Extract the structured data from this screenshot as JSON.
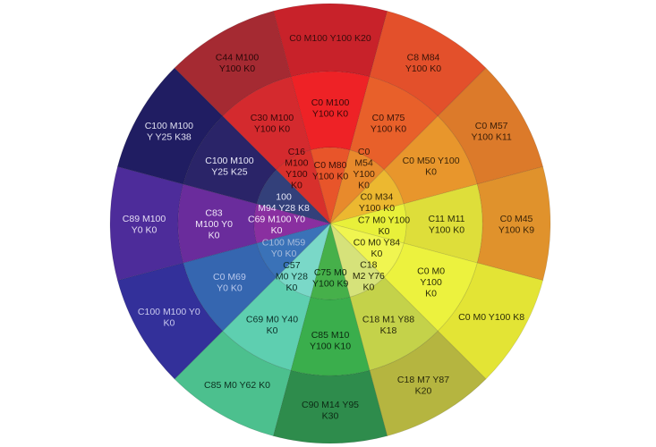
{
  "title": "CMYK color wheel",
  "rings": {
    "outer": [
      {
        "label": "C0 M100 Y100 K20",
        "color": "#c8222a",
        "text": "#3a0c0c"
      },
      {
        "label": "C8 M84\nY100 K0",
        "color": "#e3502b",
        "text": "#3a1408"
      },
      {
        "label": "C0 M57\nY100 K11",
        "color": "#dc7a2a",
        "text": "#3a1e08"
      },
      {
        "label": "C0 M45\nY100 K9",
        "color": "#e0922c",
        "text": "#3a2408"
      },
      {
        "label": "C0 M0 Y100 K8",
        "color": "#e3e435",
        "text": "#2e2e08"
      },
      {
        "label": "C18 M7 Y87\nK20",
        "color": "#b5b540",
        "text": "#2a2a0a"
      },
      {
        "label": "C90 M14 Y95\nK30",
        "color": "#2e8c4c",
        "text": "#0c2a14"
      },
      {
        "label": "C85 M0 Y62 K0",
        "color": "#4cc08e",
        "text": "#0c3020"
      },
      {
        "label": "C100 M100 Y0\nK0",
        "color": "#33309a",
        "text": "#c8c8ee"
      },
      {
        "label": "C89 M100\nY0 K0",
        "color": "#4d2c9a",
        "text": "#e4dcf4"
      },
      {
        "label": "C100 M100\nY Y25 K38",
        "color": "#201d62",
        "text": "#e0e0f0"
      },
      {
        "label": "C44 M100\nY100 K0",
        "color": "#a52a32",
        "text": "#2a0808"
      }
    ],
    "middle": [
      {
        "label": "C0 M100\nY100 K0",
        "color": "#ee2226",
        "text": "#3a0808"
      },
      {
        "label": "C0 M75\nY100 K0",
        "color": "#e8602a",
        "text": "#3a1408"
      },
      {
        "label": "C0 M50 Y100\nK0",
        "color": "#e8962c",
        "text": "#3a2408"
      },
      {
        "label": "C11 M11\nY100 K0",
        "color": "#dede3a",
        "text": "#2e2e08"
      },
      {
        "label": "C0 M0\nY100\nK0",
        "color": "#ecf23e",
        "text": "#2e2e08"
      },
      {
        "label": "C18 M1 Y88\nK18",
        "color": "#c4d24a",
        "text": "#2a2a0a"
      },
      {
        "label": "C85 M10\nY100 K10",
        "color": "#3aae4c",
        "text": "#0c2a10"
      },
      {
        "label": "C69 M0 Y40\nK0",
        "color": "#5ecfb0",
        "text": "#0c3028"
      },
      {
        "label": "C0 M69\nY0 K0",
        "color": "#3566b0",
        "text": "#b8c8ec"
      },
      {
        "label": "C83\nM100 Y0\nK0",
        "color": "#6a2c9c",
        "text": "#f0e8f8"
      },
      {
        "label": "C100 M100\nY25 K25",
        "color": "#2a2468",
        "text": "#e8e8f8"
      },
      {
        "label": "C30 M100\nY100 K0",
        "color": "#d42a2e",
        "text": "#3a0808"
      }
    ],
    "inner": [
      {
        "label": "C0 M80\nY100 K0",
        "color": "#e8552a",
        "text": "#3a1008"
      },
      {
        "label": "C0\nM54\nY100\nK0",
        "color": "#e88a2c",
        "text": "#3a1e08"
      },
      {
        "label": "C0 M34\nY100 K0",
        "color": "#ecb830",
        "text": "#3a2a08"
      },
      {
        "label": "C7 M0 Y100\nK0",
        "color": "#e8f03a",
        "text": "#2e2e08"
      },
      {
        "label": "C0 M0 Y84\nK0",
        "color": "#f0f550",
        "text": "#2e2e08"
      },
      {
        "label": "C18\nM2 Y76\nK0",
        "color": "#d6e27a",
        "text": "#2a2a0a"
      },
      {
        "label": "C75 M0\nY100 K9",
        "color": "#46b04a",
        "text": "#0c2a10"
      },
      {
        "label": "C57\nM0 Y28\nK0",
        "color": "#7ad8c8",
        "text": "#0c3028"
      },
      {
        "label": "C100 M59\nY0 K0",
        "color": "#3a72b8",
        "text": "#a8bcdc"
      },
      {
        "label": "C69 M100 Y0\nK0",
        "color": "#8a2fa0",
        "text": "#f4e8f8"
      },
      {
        "label": "100\nM94 Y28 K8",
        "color": "#33407a",
        "text": "#e8e8f8"
      },
      {
        "label": "C16\nM100\nY100\nK0",
        "color": "#d8302c",
        "text": "#3a0808"
      }
    ]
  }
}
